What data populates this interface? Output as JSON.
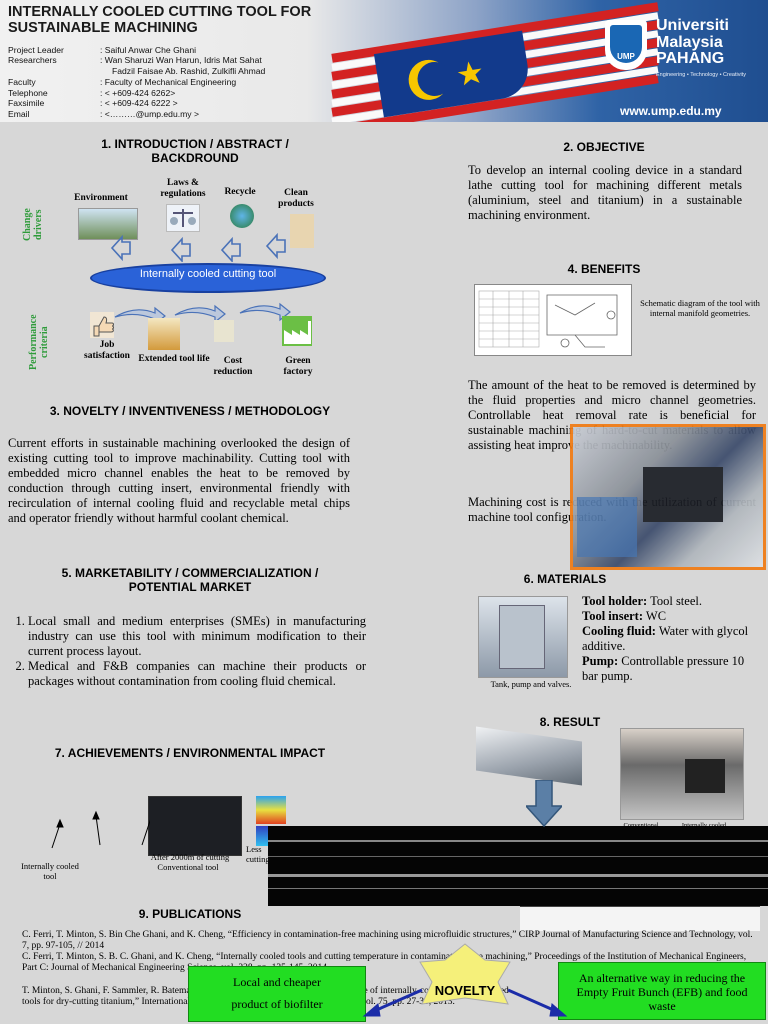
{
  "header": {
    "title": "INTERNALLY COOLED CUTTING TOOL FOR SUSTAINABLE MACHINING",
    "info": [
      {
        "label": "Project Leader",
        "value": ": Saiful Anwar Che Ghani"
      },
      {
        "label": "Researchers",
        "value": ": Wan Sharuzi Wan Harun, Idris Mat Sahat"
      },
      {
        "label": "",
        "value": "Fadzil Faisae Ab. Rashid, Zulkifli Ahmad"
      },
      {
        "label": "Faculty",
        "value": ": Faculty of Mechanical Engineering"
      },
      {
        "label": "Telephone",
        "value": ": < +609-424 6262>"
      },
      {
        "label": "Faxsimile",
        "value": ": < +609-424 6222 >"
      },
      {
        "label": "Email",
        "value": ": <………@ump.edu.my >"
      }
    ],
    "logo_text": "UMP",
    "university": "Universiti Malaysia PAHANG",
    "tagline": "Engineering • Technology • Creativity",
    "website": "www.ump.edu.my"
  },
  "s1": {
    "heading": "1.   INTRODUCTION / ABSTRACT / BACKDROUND",
    "change_drivers": "Change drivers",
    "performance_criteria": "Performance criteria",
    "drivers": [
      "Environment",
      "Laws & regulations",
      "Recycle",
      "Clean products"
    ],
    "center": "Internally cooled cutting tool",
    "criteria": [
      "Job satisfaction",
      "Extended tool life",
      "Cost reduction",
      "Green factory"
    ]
  },
  "s2": {
    "heading": "2. OBJECTIVE",
    "text": "To develop an internal cooling device in a standard lathe cutting tool for machining different metals (aluminium, steel and titanium) in a sustainable machining environment."
  },
  "s3": {
    "heading": "3. NOVELTY / INVENTIVENESS / METHODOLOGY",
    "text": "Current efforts in sustainable machining overlooked the design of existing cutting tool to improve machinability. Cutting tool with embedded micro channel enables the heat to be removed by conduction through cutting insert, environmental friendly with recirculation of internal cooling fluid and recyclable metal chips and operator friendly without harmful coolant chemical."
  },
  "s4": {
    "heading": "4. BENEFITS",
    "caption": "Schematic diagram of the tool with internal manifold geometries.",
    "text1": "The amount of the heat to be removed is determined by the fluid properties and micro channel geometries. Controllable heat removal rate is beneficial for sustainable machining of hard-to-cut materials to allow assisting heat improve the machinability.",
    "text2": "Machining cost is reduced with the utilization of current machine tool configuration."
  },
  "s5": {
    "heading": "5. MARKETABILITY / COMMERCIALIZATION / POTENTIAL MARKET",
    "items": [
      "Local small and medium enterprises (SMEs) in manufacturing industry can use this tool with minimum modification to their current process layout.",
      "Medical and F&B companies can machine their products or packages without contamination from cooling fluid chemical."
    ]
  },
  "s6": {
    "heading": "6. MATERIALS",
    "caption": "Tank, pump and valves.",
    "items": [
      {
        "k": "Tool holder:",
        "v": " Tool steel."
      },
      {
        "k": "Tool insert:",
        "v": " WC"
      },
      {
        "k": "Cooling fluid:",
        "v": " Water with glycol additive."
      },
      {
        "k": "Pump:",
        "v": " Controllable pressure 10 bar pump."
      }
    ]
  },
  "s7": {
    "heading": "7. ACHIEVEMENTS / ENVIRONMENTAL IMPACT",
    "label_tool": "Internally cooled tool",
    "label_2000m": "After 2000m of cutting",
    "label_conv": "Conventional tool",
    "label_less": "Less cutting tool"
  },
  "s8": {
    "heading": "8. RESULT",
    "label_conv": "Conventional",
    "label_int": "Internally cooled"
  },
  "s9": {
    "heading": "9. PUBLICATIONS",
    "pubs": [
      "C. Ferri, T. Minton, S. Bin Che Ghani, and K. Cheng, “Efficiency in contamination-free machining using microfluidic structures,” CIRP Journal of Manufacturing Science and Technology, vol. 7, pp. 97-105, // 2014",
      "C. Ferri, T. Minton, S. B. C. Ghani, and K. Cheng, “Internally cooled tools and cutting temperature in contamination-free machining,” Proceedings of the Institution of Mechanical Engineers, Part C: Journal of Mechanical Engineering Science, vol. 228, pp. 135-145, 2014.",
      "T. Minton, S. Ghani, F. Sammler, R. Bateman, P. Fürstmann, and M. Roeder, “Temperature of internally-cooled diamond-coated tools for dry-cutting titanium,” International Journal of Machine Tools and Manufacture, vol. 75, pp. 27-35, 2013."
    ],
    "novelty": "NOVELTY",
    "left_box": "product of biofilter",
    "left_box_top": "Local and cheaper",
    "right_box": "An alternative way in reducing the Empty Fruit Bunch (EFB) and food waste"
  }
}
